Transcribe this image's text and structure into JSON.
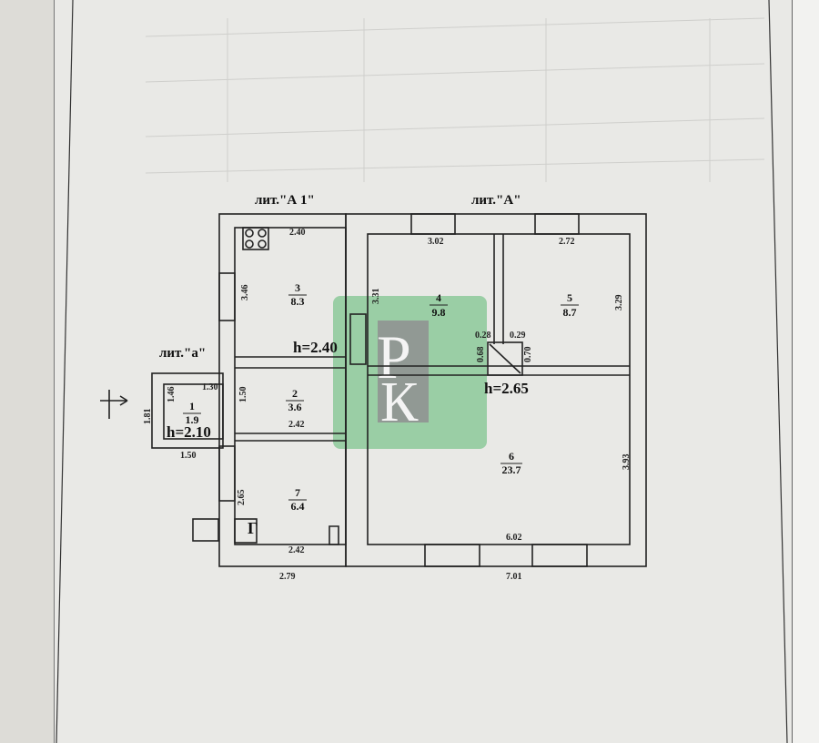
{
  "plan": {
    "sections": {
      "a1": "лит.\"А 1\"",
      "a": "лит.\"А\"",
      "a_small": "лит.\"а\""
    },
    "heights": {
      "a1": "h=2.40",
      "a": "h=2.65",
      "a_small": "h=2.10"
    },
    "rooms": [
      {
        "number": "1",
        "area": "1.9"
      },
      {
        "number": "2",
        "area": "3.6"
      },
      {
        "number": "3",
        "area": "8.3"
      },
      {
        "number": "4",
        "area": "9.8"
      },
      {
        "number": "5",
        "area": "8.7"
      },
      {
        "number": "6",
        "area": "23.7"
      },
      {
        "number": "7",
        "area": "6.4"
      }
    ],
    "dimensions": {
      "d240": "2.40",
      "d346": "3.46",
      "d130": "1.30",
      "d146": "1.46",
      "d181": "1.81",
      "d150a": "1.50",
      "d150b": "1.50",
      "d242a": "2.42",
      "d265": "2.65",
      "d242b": "2.42",
      "d279": "2.79",
      "d302": "3.02",
      "d272": "2.72",
      "d331": "3.31",
      "d329": "3.29",
      "d028": "0.28",
      "d029": "0.29",
      "d068": "0.68",
      "d070": "0.70",
      "d393": "3.93",
      "d602": "6.02",
      "d701": "7.01"
    },
    "boiler_mark": "Г"
  },
  "watermark": {
    "letters": "РК",
    "color": "#7fc48f"
  }
}
